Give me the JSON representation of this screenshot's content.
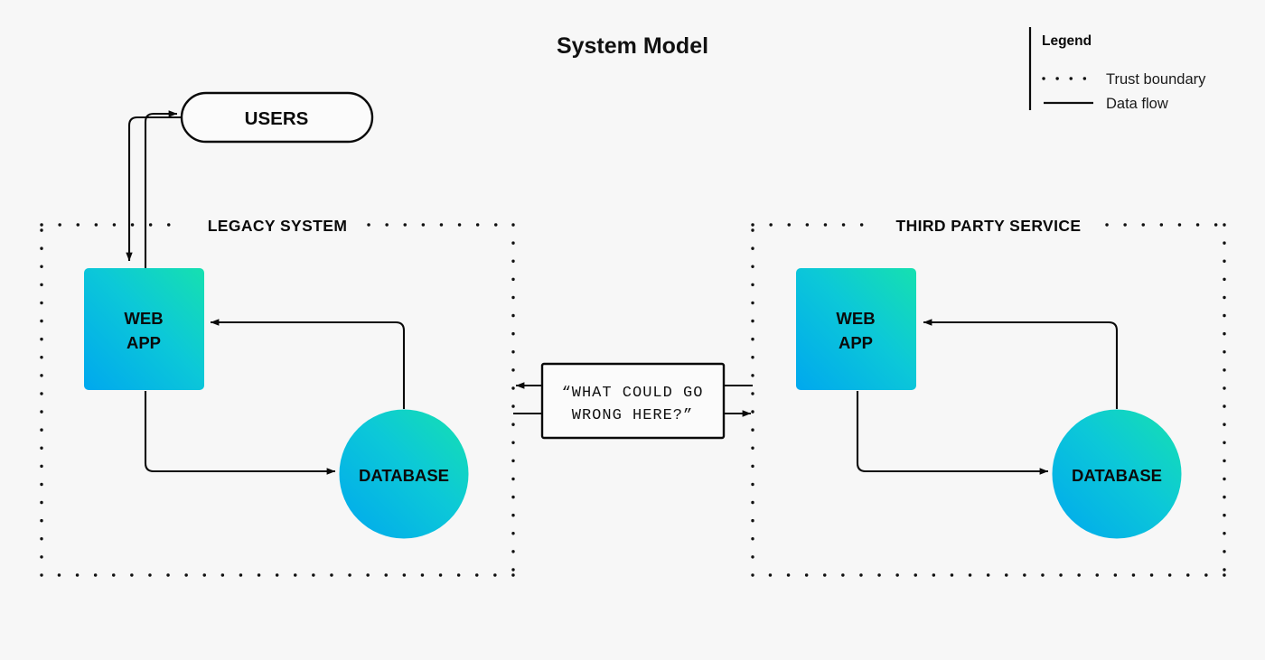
{
  "page": {
    "title": "System Model",
    "background_color": "#f7f7f7",
    "ink_color": "#0a0a0a"
  },
  "legend": {
    "heading": "Legend",
    "items": [
      {
        "label": "Trust boundary",
        "style": "dotted"
      },
      {
        "label": "Data flow",
        "style": "solid"
      }
    ]
  },
  "boundaries": [
    {
      "id": "legacy",
      "label": "LEGACY SYSTEM"
    },
    {
      "id": "third_party",
      "label": "THIRD PARTY SERVICE"
    }
  ],
  "nodes": {
    "users": {
      "label": "USERS",
      "shape": "stadium"
    },
    "legacy_web_app": {
      "label_line1": "WEB",
      "label_line2": "APP",
      "shape": "square"
    },
    "legacy_database": {
      "label": "DATABASE",
      "shape": "circle"
    },
    "third_party_web_app": {
      "label_line1": "WEB",
      "label_line2": "APP",
      "shape": "square"
    },
    "third_party_database": {
      "label": "DATABASE",
      "shape": "circle"
    }
  },
  "callout": {
    "line1": "“WHAT COULD GO",
    "line2": "WRONG HERE?”"
  },
  "colors": {
    "gradient_start": "#00a8ee",
    "gradient_end": "#16e0b0",
    "stroke": "#0a0a0a",
    "surface": "#fbfbfb"
  }
}
